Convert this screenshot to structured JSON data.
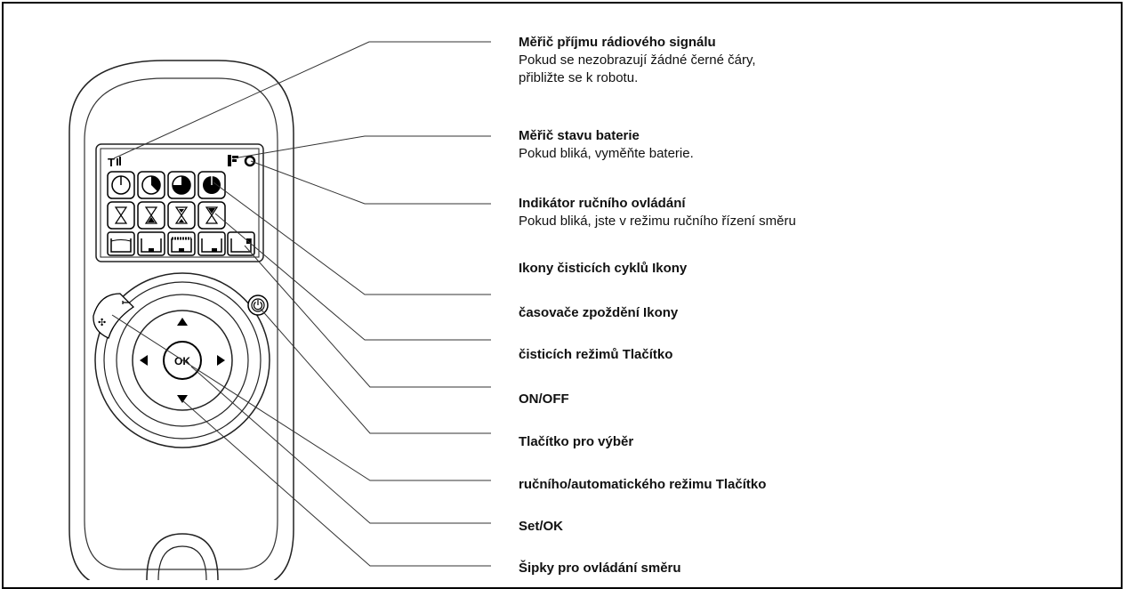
{
  "labels": [
    {
      "title": "Měřič příjmu rádiového signálu",
      "desc": "Pokud se nezobrazují žádné černé čáry, přibližte se k robotu."
    },
    {
      "title": "Měřič stavu baterie",
      "desc": "Pokud bliká, vyměňte baterie."
    },
    {
      "title": "Indikátor ručního ovládání",
      "desc": "Pokud bliká, jste v režimu ručního řízení směru"
    },
    {
      "title": "Ikony čisticích cyklů Ikony",
      "desc": ""
    },
    {
      "title": "časovače zpoždění Ikony",
      "desc": ""
    },
    {
      "title": "čisticích režimů Tlačítko",
      "desc": ""
    },
    {
      "title": "ON/OFF",
      "desc": ""
    },
    {
      "title": "Tlačítko pro výběr",
      "desc": ""
    },
    {
      "title": "ručního/automatického režimu Tlačítko",
      "desc": ""
    },
    {
      "title": "Set/OK",
      "desc": ""
    },
    {
      "title": "Šipky pro ovládání směru",
      "desc": ""
    }
  ],
  "remote": {
    "ok_label": "OK"
  }
}
